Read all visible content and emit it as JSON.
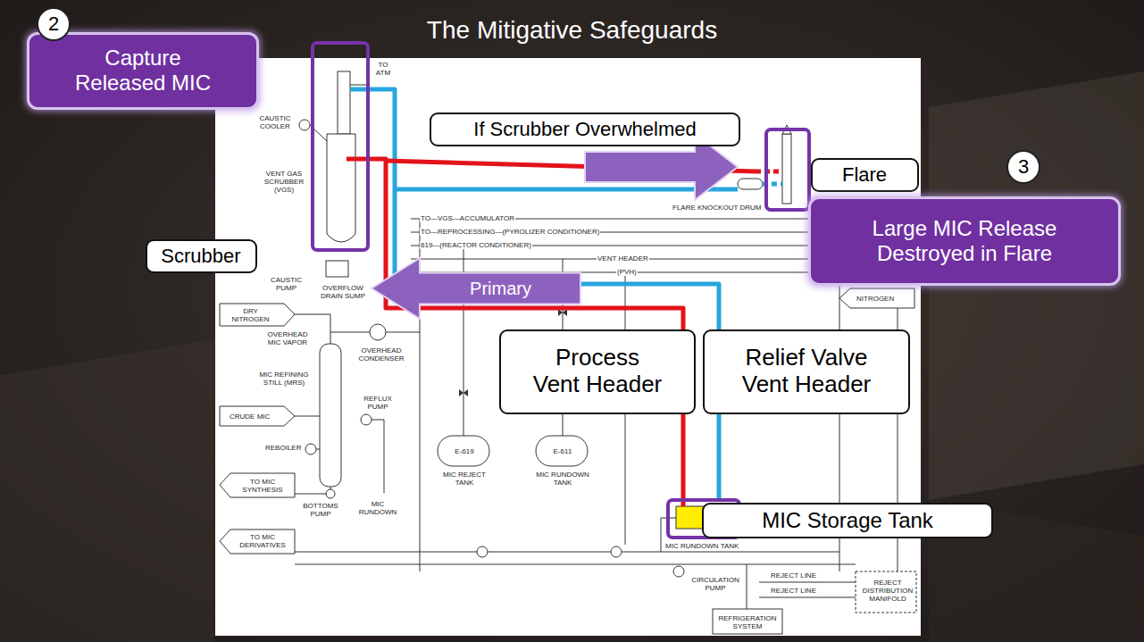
{
  "diagram": {
    "title": "The Mitigative Safeguards",
    "nodes": [
      {
        "text": [
          "2"
        ]
      },
      {
        "text": [
          "Capture Released MIC"
        ]
      },
      {
        "text": [
          "If Scrubber Overwhelmed"
        ]
      },
      {
        "text": [
          "3"
        ]
      },
      {
        "text": [
          "Flare"
        ]
      },
      {
        "text": [
          "Large MIC Release Destroyed in Flare"
        ]
      },
      {
        "text": [
          "Scrubber"
        ]
      },
      {
        "text": [
          "Primary"
        ]
      },
      {
        "text": [
          "Process Vent Header"
        ]
      },
      {
        "text": [
          "Relief Valve Vent Header"
        ]
      },
      {
        "text": [
          "MIC Storage Tank"
        ]
      }
    ],
    "labels": [
      "TO ATM",
      "CAUSTIC COOLER",
      "VENT GAS SCRUBBER (VGS)",
      "FLARE KNOCKOUT DRUM",
      "TO—VGS—ACCUMULATOR",
      "TO—REPROCESSING—(PYROLIZER CONDITIONER)",
      "619—(REACTOR CONDITIONER)",
      "VENT HEADER",
      "(PVH)",
      "CAUSTIC PUMP",
      "OVERFLOW DRAIN SUMP",
      "NITROGEN",
      "DRY NITROGEN",
      "OVERHEAD MIC VAPOR",
      "OVERHEAD CONDENSER",
      "MIC REFINING STILL (MRS)",
      "REFLUX PUMP",
      "CRUDE MIC",
      "REBOILER",
      "E-619",
      "E-611",
      "MIC REJECT TANK",
      "MIC RUNDOWN TANK",
      "TO MIC SYNTHESIS",
      "BOTTOMS PUMP",
      "MIC RUNDOWN",
      "TO MIC DERIVATIVES",
      "MIC RUNDOWN TANK",
      "CIRCULATION PUMP",
      "REJECT LINE",
      "REJECT LINE",
      "REJECT DISTRIBUTION MANIFOLD",
      "REFRIGERATION SYSTEM"
    ]
  }
}
